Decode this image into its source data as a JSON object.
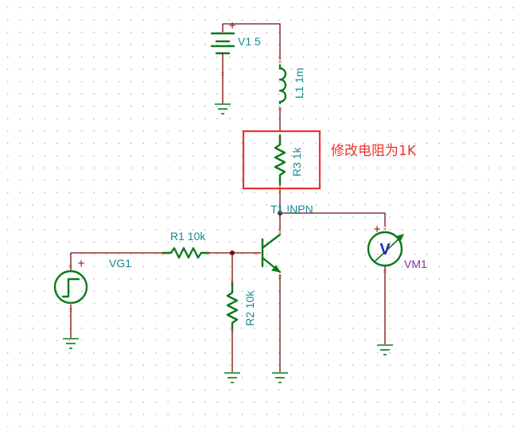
{
  "labels": {
    "v1": "V1 5",
    "l1": "L1 1m",
    "r3": "R3 1k",
    "t1": "T1 !NPN",
    "r1": "R1 10k",
    "vg1": "VG1",
    "r2": "R2 10k",
    "vm1": "VM1"
  },
  "annotation": {
    "text": "修改电阻为1K",
    "color": "#e8332e"
  },
  "meter": {
    "letter": "V"
  },
  "colors": {
    "wire": "#7a0a0a",
    "symbol": "#0b7a1a",
    "label": "#168a93",
    "meter_label": "#8a2aa0"
  }
}
